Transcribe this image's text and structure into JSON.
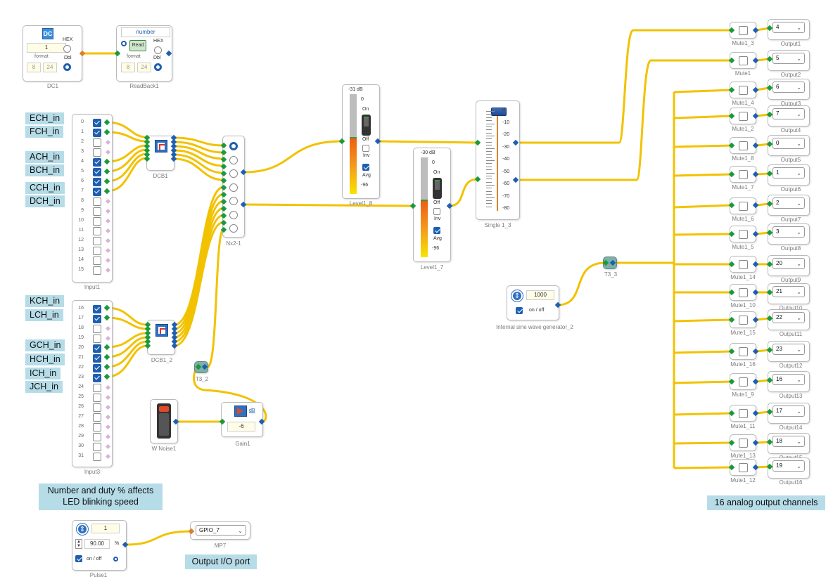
{
  "labels": {
    "ech": "ECH_in",
    "fch": "FCH_in",
    "ach": "ACH_in",
    "bch": "BCH_in",
    "cch": "CCH_in",
    "dch": "DCH_in",
    "kch": "KCH_in",
    "lch": "LCH_in",
    "gch": "GCH_in",
    "hch": "HCH_in",
    "ich": "ICH_in",
    "jch": "JCH_in"
  },
  "dc1": {
    "icon": "DC",
    "value": "1",
    "hex": "HEX",
    "dbl": "Dbl",
    "format": "format",
    "f1": "8",
    "f2": "24",
    "caption": "DC1"
  },
  "readback": {
    "title": "number",
    "read": "Read",
    "hex": "HEX",
    "dbl": "Dbl",
    "format": "format",
    "f1": "8",
    "f2": "24",
    "caption": "ReadBack1"
  },
  "input1": {
    "caption": "Input1",
    "channels": [
      "0",
      "1",
      "2",
      "3",
      "4",
      "5",
      "6",
      "7",
      "8",
      "9",
      "10",
      "11",
      "12",
      "13",
      "14",
      "15"
    ],
    "checked": [
      true,
      true,
      false,
      false,
      true,
      true,
      true,
      true,
      false,
      false,
      false,
      false,
      false,
      false,
      false,
      false
    ]
  },
  "input3": {
    "caption": "Input3",
    "channels": [
      "16",
      "17",
      "18",
      "19",
      "20",
      "21",
      "22",
      "23",
      "24",
      "25",
      "26",
      "27",
      "28",
      "29",
      "30",
      "31"
    ],
    "checked": [
      true,
      true,
      false,
      false,
      true,
      true,
      true,
      true,
      false,
      false,
      false,
      false,
      false,
      false,
      false,
      false
    ]
  },
  "dcb1": {
    "caption": "DCB1"
  },
  "dcb1_2": {
    "caption": "DCB1_2"
  },
  "nx": {
    "caption": "Nx2-1"
  },
  "t3_2": {
    "caption": "T3_2"
  },
  "t3_3": {
    "caption": "T3_3"
  },
  "level1_8": {
    "db": "-31 dB",
    "zero": "0",
    "on": "On",
    "off": "Off",
    "inv": "Inv",
    "avg": "Avg",
    "min": "-96",
    "caption": "Level1_8"
  },
  "level1_7": {
    "db": "-30 dB",
    "zero": "0",
    "on": "On",
    "off": "Off",
    "inv": "Inv",
    "avg": "Avg",
    "min": "-96",
    "caption": "Level1_7"
  },
  "single": {
    "ticks": [
      "0",
      "-10",
      "-20",
      "-30",
      "-40",
      "-50",
      "-60",
      "-70",
      "-80"
    ],
    "caption": "Single 1_3"
  },
  "sine": {
    "value": "1000",
    "onoff": "on / off",
    "caption": "Internal sine wave generator_2"
  },
  "wnoise": {
    "caption": "W Noise1"
  },
  "gain": {
    "unit": "dB",
    "value": "-6",
    "caption": "Gain1"
  },
  "pulse": {
    "value": "1",
    "duty": "90.00",
    "pct": "%",
    "onoff": "on / off",
    "caption": "Pulse1"
  },
  "mp7": {
    "value": "GPIO_7",
    "caption": "MP7"
  },
  "notes": {
    "blink1": "Number and duty % affects",
    "blink2": "LED blinking speed",
    "io": "Output I/O port",
    "analog": "16 analog output channels"
  },
  "outputs": [
    {
      "mute": "Mute1_3",
      "value": "4",
      "out": "Output1"
    },
    {
      "mute": "Mute1",
      "value": "5",
      "out": "Output2"
    },
    {
      "mute": "Mute1_4",
      "value": "6",
      "out": "Output3"
    },
    {
      "mute": "Mute1_2",
      "value": "7",
      "out": "Output4"
    },
    {
      "mute": "Mute1_8",
      "value": "0",
      "out": "Output5"
    },
    {
      "mute": "Mute1_7",
      "value": "1",
      "out": "Output6"
    },
    {
      "mute": "Mute1_6",
      "value": "2",
      "out": "Output7"
    },
    {
      "mute": "Mute1_5",
      "value": "3",
      "out": "Output8"
    },
    {
      "mute": "Mute1_14",
      "value": "20",
      "out": "Output9"
    },
    {
      "mute": "Mute1_10",
      "value": "21",
      "out": "Output10"
    },
    {
      "mute": "Mute1_15",
      "value": "22",
      "out": "Output11"
    },
    {
      "mute": "Mute1_16",
      "value": "23",
      "out": "Output12"
    },
    {
      "mute": "Mute1_9",
      "value": "16",
      "out": "Output13"
    },
    {
      "mute": "Mute1_11",
      "value": "17",
      "out": "Output14"
    },
    {
      "mute": "Mute1_13",
      "value": "18",
      "out": "Output15"
    },
    {
      "mute": "Mute1_12",
      "value": "19",
      "out": "Output16"
    }
  ],
  "colors": {
    "wire": "#f2c200",
    "port_in": "#1a9a3a",
    "port_out": "#1f5fb0",
    "label_bg": "#b6dce8",
    "accent": "#1f5fb0"
  }
}
